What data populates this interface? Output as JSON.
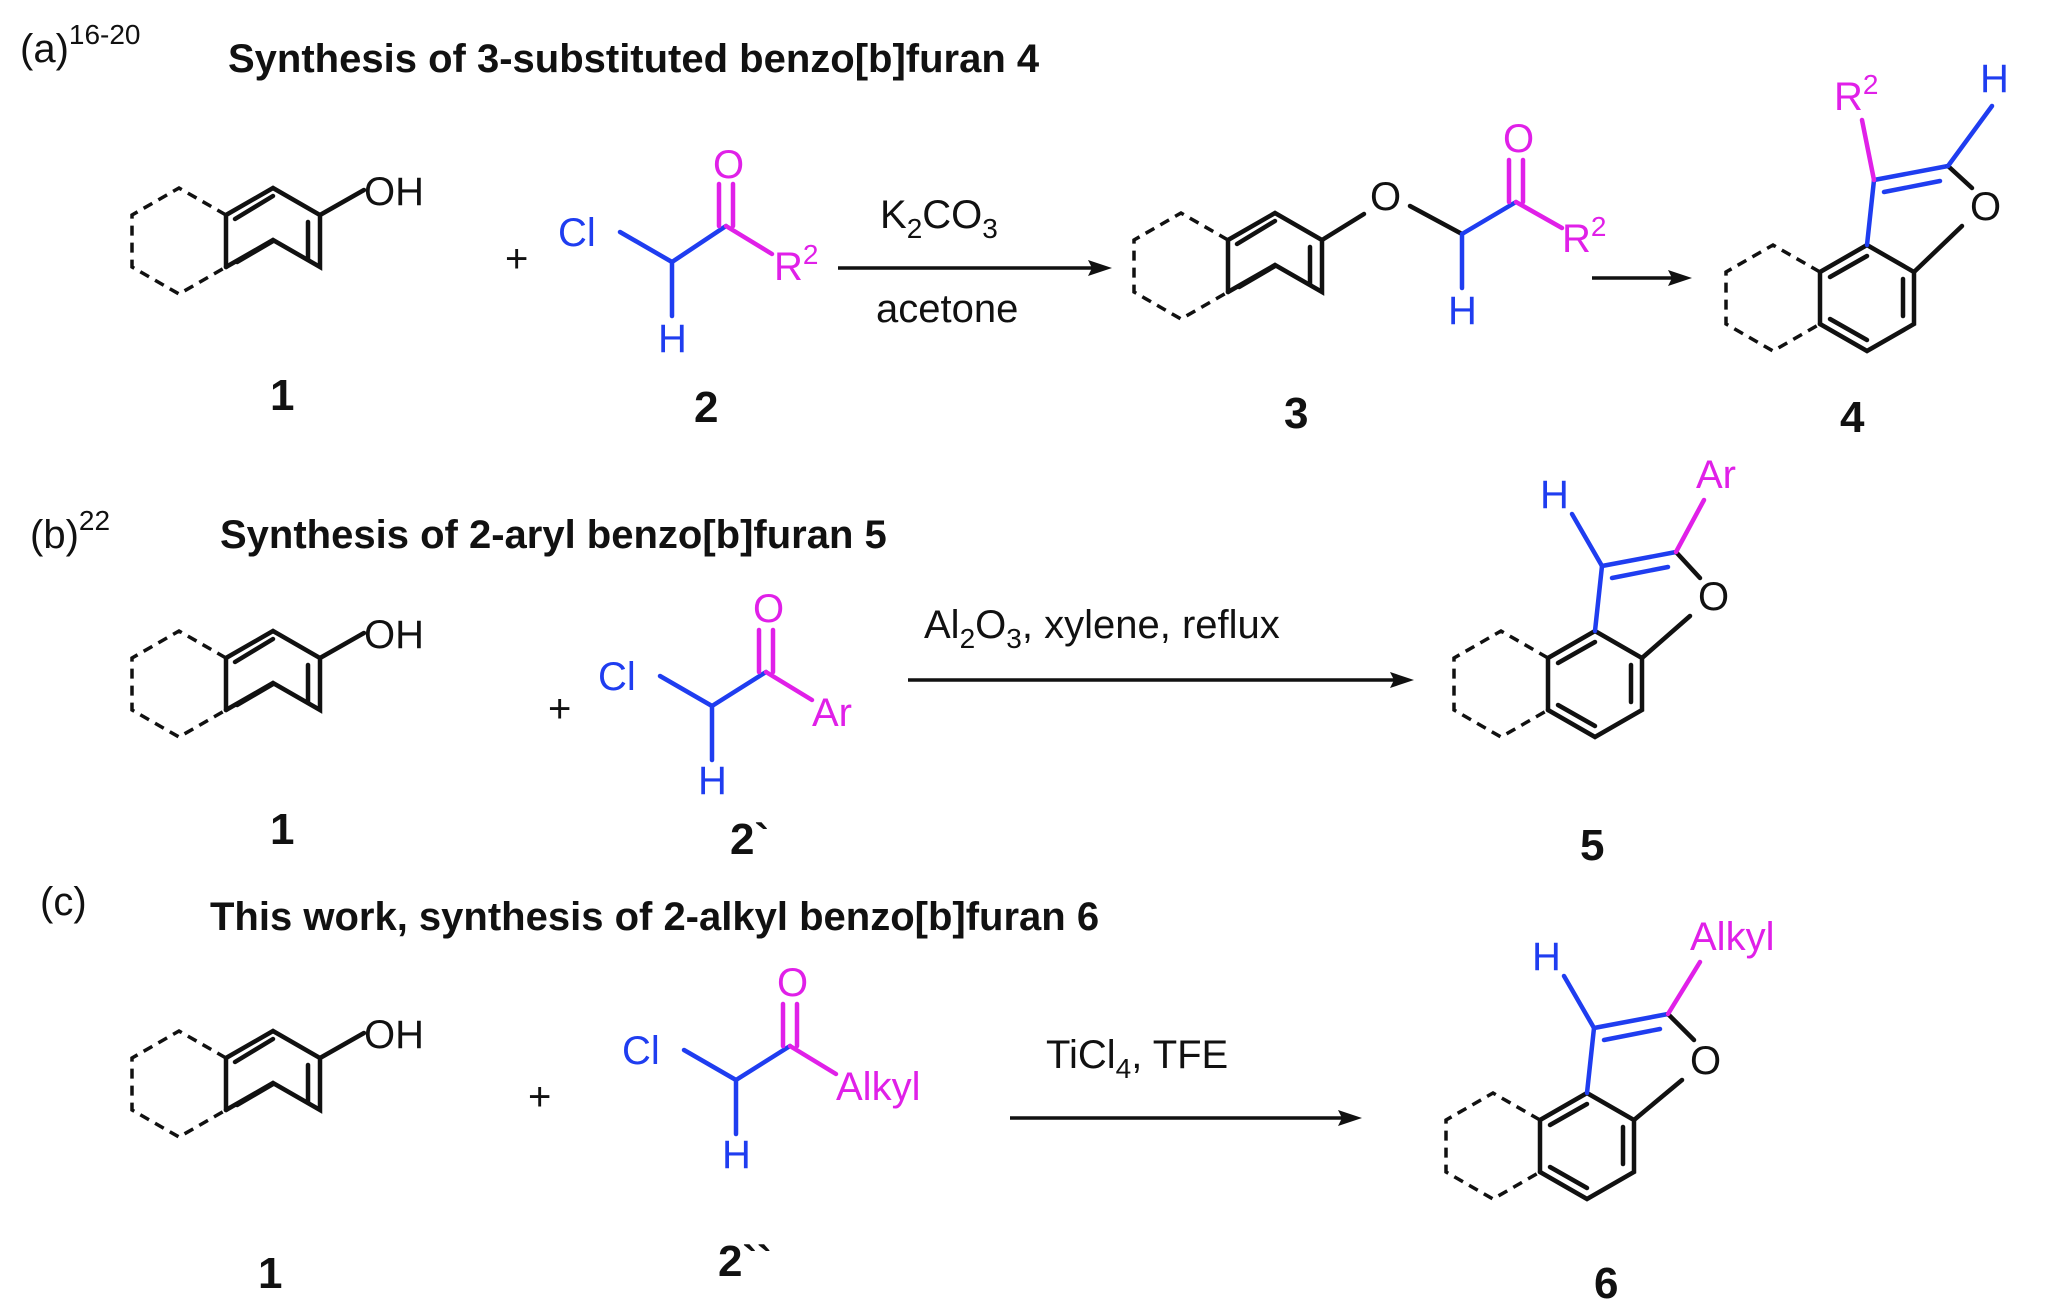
{
  "panels": [
    {
      "tag": "(a)",
      "tag_sup": "16-20",
      "title": "Synthesis of 3-substituted benzo[b]furan 4",
      "reagent": {
        "cl": "Cl",
        "o": "O",
        "h": "H",
        "r": "R",
        "r_sup": "2"
      },
      "conditions_top": {
        "pre": "K",
        "sub1": "2",
        "mid": "CO",
        "sub2": "3",
        "post": ""
      },
      "conditions_bottom": "acetone",
      "intermediate": {
        "o_ether": "O",
        "o_carbonyl": "O",
        "h": "H",
        "r": "R",
        "r_sup": "2",
        "label": "3"
      },
      "product": {
        "sub": "R",
        "sub_sup": "2",
        "h": "H",
        "o": "O",
        "label": "4"
      },
      "labels": {
        "naphthol": "1",
        "reagent": "2"
      }
    },
    {
      "tag": "(b)",
      "tag_sup": "22",
      "title": "Synthesis of 2-aryl benzo[b]furan 5",
      "reagent": {
        "cl": "Cl",
        "o": "O",
        "h": "H",
        "r": "Ar"
      },
      "conditions_top": {
        "pre": "Al",
        "sub1": "2",
        "mid": "O",
        "sub2": "3",
        "post": ", xylene, reflux"
      },
      "product": {
        "h": "H",
        "sub": "Ar",
        "o": "O",
        "label": "5"
      },
      "labels": {
        "naphthol": "1",
        "reagent": "2`"
      }
    },
    {
      "tag": "(c)",
      "title": "This work, synthesis of 2-alkyl benzo[b]furan 6",
      "reagent": {
        "cl": "Cl",
        "o": "O",
        "h": "H",
        "r": "Alkyl"
      },
      "conditions_top": {
        "pre": "TiCl",
        "sub1": "4",
        "post": ", TFE"
      },
      "product": {
        "h": "H",
        "sub": "Alkyl",
        "o": "O",
        "label": "6"
      },
      "labels": {
        "naphthol": "1",
        "reagent": "2``"
      }
    }
  ],
  "common": {
    "oh": "OH",
    "plus": "+"
  },
  "colors": {
    "text": "#111111",
    "blue": "#1f3df0",
    "magenta": "#e020e8"
  }
}
